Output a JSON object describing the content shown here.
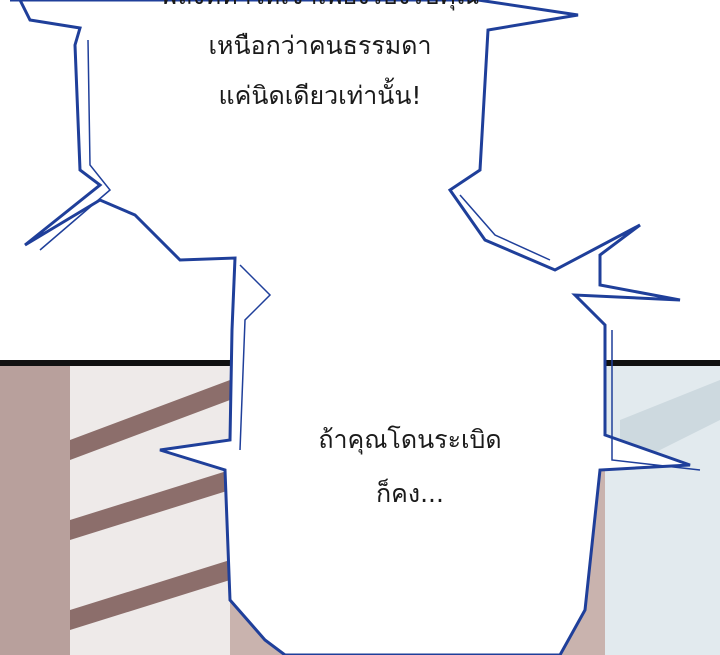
{
  "bubble_top": {
    "lines": [
      "พลังที่ทำให้เจ้าเพียงรองรับคุณ",
      "เหนือกว่าคนธรรมดา",
      "แค่นิดเดียวเท่านั้น!"
    ]
  },
  "bubble_bottom": {
    "lines": [
      "ถ้าคุณโดนระเบิด",
      "ก็คง..."
    ]
  },
  "colors": {
    "bubble_outline": "#1f3f9a",
    "panel_border": "#111111",
    "building": "#9a7f7c",
    "glass": "#e9eef0"
  }
}
